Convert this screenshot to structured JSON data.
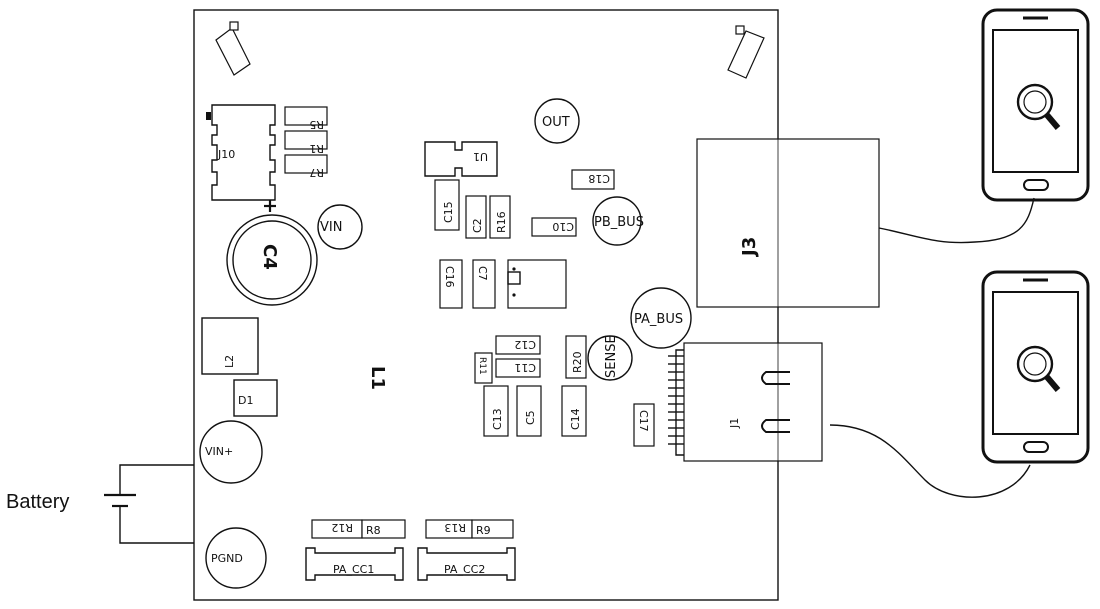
{
  "battery": {
    "label": "Battery"
  },
  "board": {
    "testpoints": {
      "out": "OUT",
      "vin": "VIN",
      "pb_bus": "PB_BUS",
      "pa_bus": "PA_BUS",
      "sense": "SENSE",
      "vin_plus": "VIN+",
      "pgnd": "PGND"
    },
    "parts": {
      "j10": "J10",
      "j3": "J3",
      "j1": "J1",
      "c4": "C4",
      "l1": "L1",
      "l2": "L2",
      "d1": "D1",
      "u1": "U1",
      "r5": "R5",
      "r1": "R1",
      "r7": "R7",
      "c15": "C15",
      "c2": "C2",
      "r16": "R16",
      "c10": "C10",
      "c18": "C18",
      "c16": "C16",
      "c7": "C7",
      "c12": "C12",
      "c11": "C11",
      "r11": "R11",
      "r20": "R20",
      "c13": "C13",
      "c5": "C5",
      "c14": "C14",
      "c17": "C17",
      "r12": "R12",
      "r8": "R8",
      "r13": "R13",
      "r9": "R9",
      "pa_cc1": "PA_CC1",
      "pa_cc2": "PA_CC2"
    }
  },
  "devices": [
    {
      "name": "phone-top",
      "icon": "magnifier-icon"
    },
    {
      "name": "phone-bottom",
      "icon": "magnifier-icon"
    }
  ]
}
